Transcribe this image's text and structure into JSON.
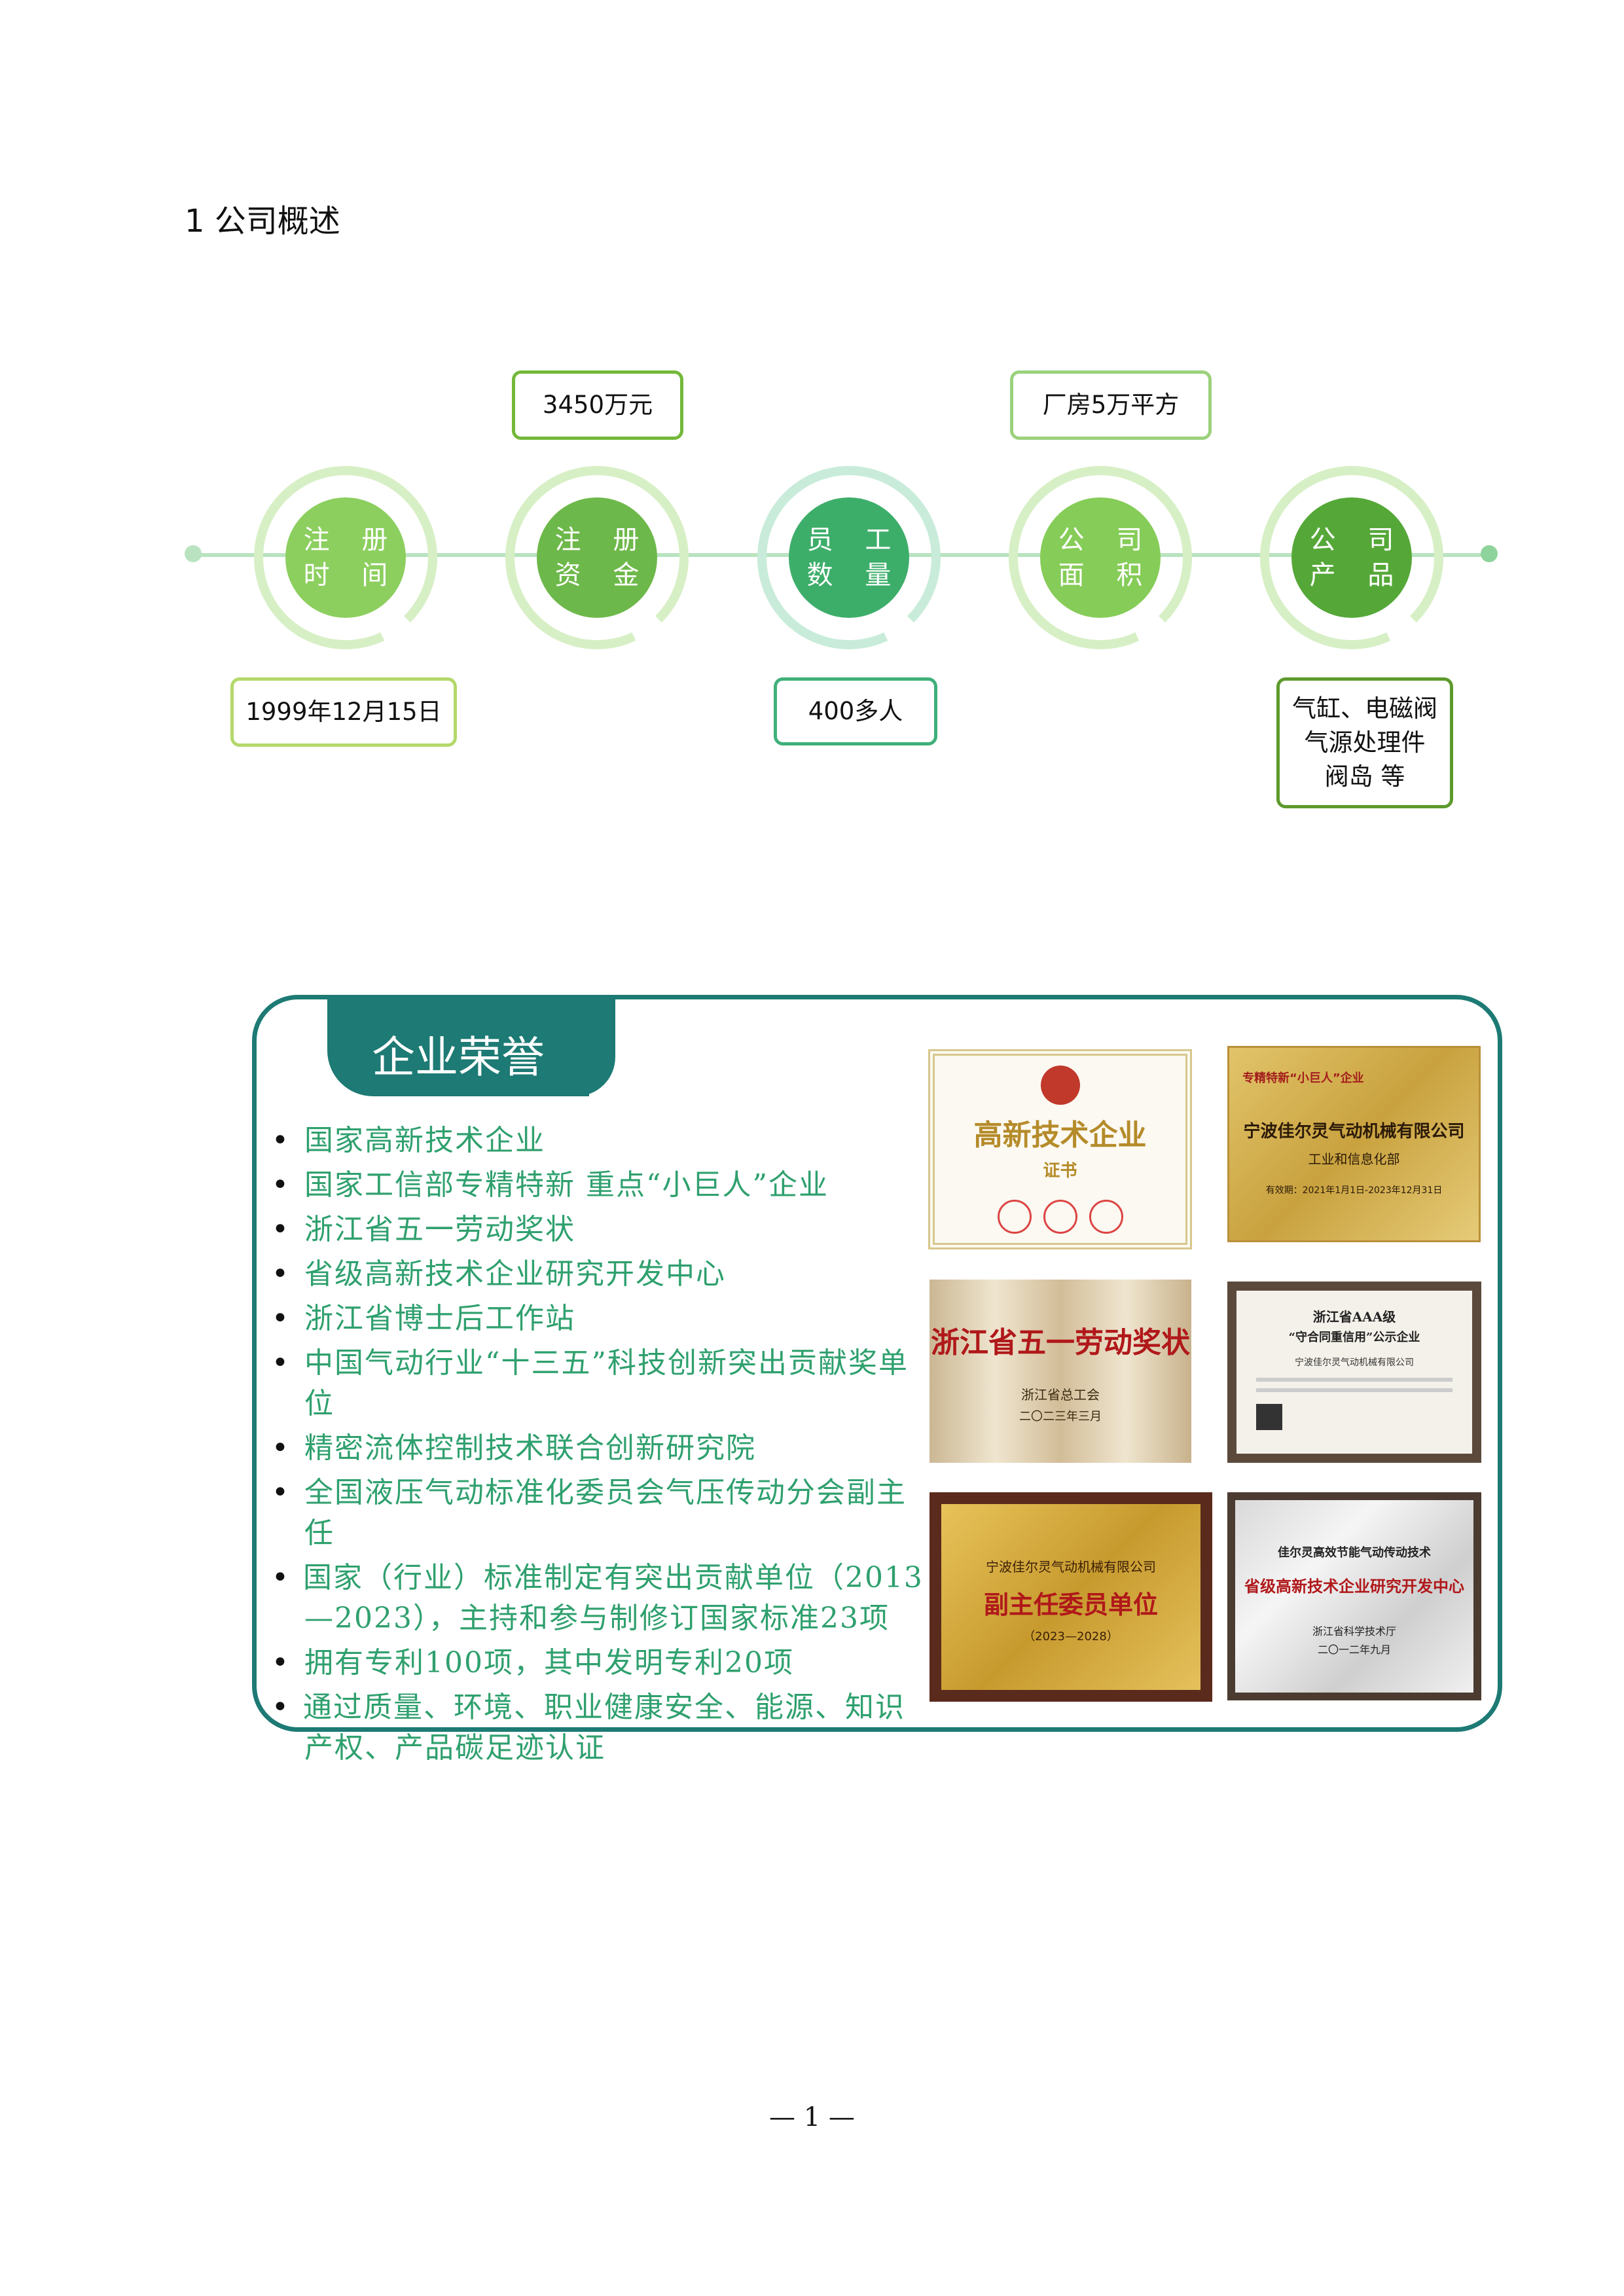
{
  "section": {
    "title": "1  公司概述"
  },
  "timeline": {
    "nodes": [
      {
        "line1": "注 册",
        "line2": "时 间",
        "color": "#8ccf5f"
      },
      {
        "line1": "注 册",
        "line2": "资 金",
        "color": "#6db84a"
      },
      {
        "line1": "员 工",
        "line2": "数 量",
        "color": "#3dae6a"
      },
      {
        "line1": "公 司",
        "line2": "面 积",
        "color": "#86cc58"
      },
      {
        "line1": "公 司",
        "line2": "产 品",
        "color": "#55a838"
      }
    ],
    "boxes": {
      "registration_date": "1999年12月15日",
      "capital": "3450万元",
      "employees": "400多人",
      "area": "厂房5万平方",
      "products_line1": "气缸、电磁阀",
      "products_line2": "气源处理件",
      "products_line3": "阀岛 等"
    }
  },
  "honors": {
    "title": "企业荣誉",
    "items": [
      "国家高新技术企业",
      "国家工信部专精特新 重点“小巨人”企业",
      "浙江省五一劳动奖状",
      "省级高新技术企业研究开发中心",
      "浙江省博士后工作站",
      "中国气动行业“十三五”科技创新突出贡献奖单位",
      "精密流体控制技术联合创新研究院",
      "全国液压气动标准化委员会气压传动分会副主任",
      "国家（行业）标准制定有突出贡献单位（2013—2023），主持和参与制修订国家标准23项",
      "拥有专利100项，其中发明专利20项",
      "通过质量、环境、职业健康安全、能源、知识产权、产品碳足迹认证"
    ],
    "certificates": {
      "c1_title": "高新技术企业",
      "c1_sub": "证书",
      "c2_badge": "专精特新“小巨人”企业",
      "c2_company": "宁波佳尔灵气动机械有限公司",
      "c2_issuer": "工业和信息化部",
      "c2_date": "有效期：2021年1月1日-2023年12月31日",
      "c3_title": "浙江省五一劳动奖状",
      "c3_issuer": "浙江省总工会",
      "c3_date": "二〇二三年三月",
      "c4_title": "浙江省AAA级",
      "c4_sub": "“守合同重信用”公示企业",
      "c4_company": "宁波佳尔灵气动机械有限公司",
      "c5_company": "宁波佳尔灵气动机械有限公司",
      "c5_title": "副主任委员单位",
      "c5_years": "（2023—2028）",
      "c6_header": "佳尔灵高效节能气动传动技术",
      "c6_title": "省级高新技术企业研究开发中心",
      "c6_issuer": "浙江省科学技术厅",
      "c6_date": "二〇一二年九月"
    }
  },
  "footer": {
    "page": "— 1 —"
  }
}
